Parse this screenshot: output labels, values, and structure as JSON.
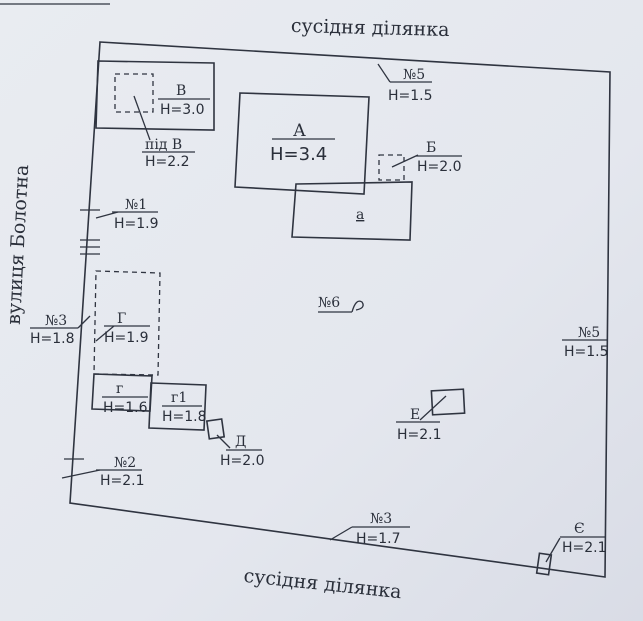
{
  "neighbors": {
    "top": "сусідня ділянка",
    "bottom": "сусідня ділянка",
    "street": "вулиця Болотна"
  },
  "buildings": {
    "A": {
      "letter": "А",
      "height": "Н=3.4"
    },
    "a": {
      "letter": "а"
    },
    "B_shed": {
      "letter": "В",
      "height": "Н=3.0"
    },
    "pid_B": {
      "letter": "під В",
      "height": "Н=2.2"
    },
    "B_small": {
      "letter": "Б",
      "height": "Н=2.0"
    },
    "G": {
      "letter": "Г",
      "height": "Н=1.9"
    },
    "g": {
      "letter": "г",
      "height": "Н=1.6"
    },
    "g1": {
      "letter": "г1",
      "height": "Н=1.8"
    },
    "D": {
      "letter": "Д",
      "height": "Н=2.0"
    },
    "E": {
      "letter": "Е",
      "height": "Н=2.1"
    },
    "Ye": {
      "letter": "Є",
      "height": "Н=2.1"
    }
  },
  "fences": {
    "n1": {
      "num": "№1",
      "height": "Н=1.9"
    },
    "n2": {
      "num": "№2",
      "height": "Н=2.1"
    },
    "n3_left": {
      "num": "№3",
      "height": "Н=1.8"
    },
    "n3_bottom": {
      "num": "№3",
      "height": "Н=1.7"
    },
    "n5_top": {
      "num": "№5",
      "height": "Н=1.5"
    },
    "n5_right": {
      "num": "№5",
      "height": "Н=1.5"
    },
    "n6": {
      "num": "№6"
    }
  }
}
